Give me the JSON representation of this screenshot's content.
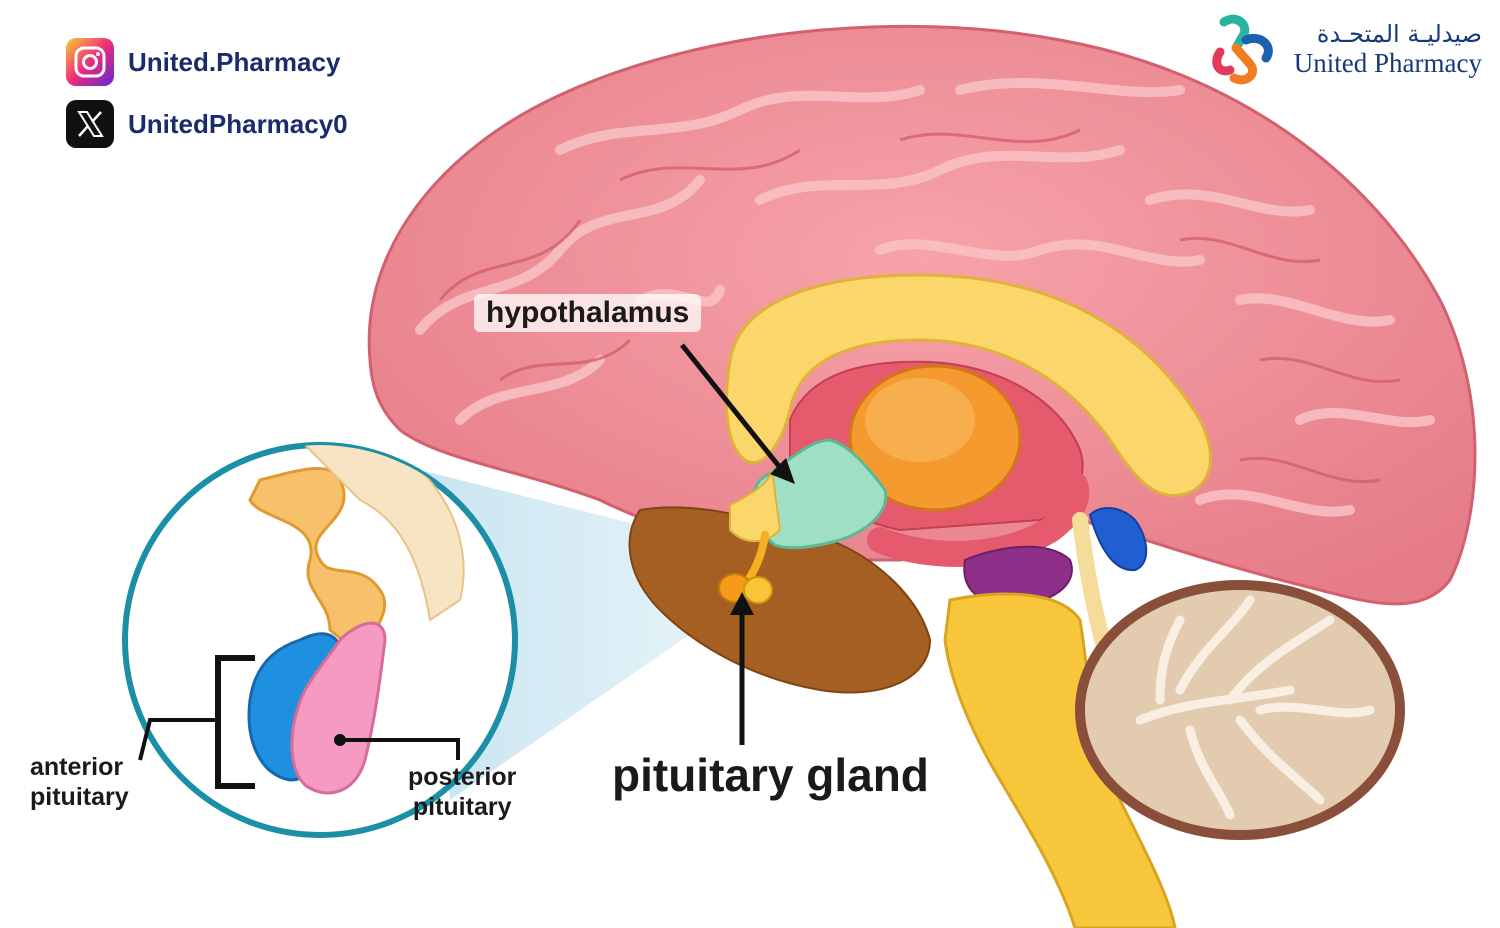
{
  "social": {
    "instagram": {
      "handle": "United.Pharmacy",
      "icon": "instagram-icon"
    },
    "x": {
      "handle": "UnitedPharmacy0",
      "icon": "x-logo-icon"
    }
  },
  "brand": {
    "arabic_name": "صيدليـة المتحـدة",
    "english_name": "United Pharmacy",
    "icon": "united-pharmacy-logo"
  },
  "labels": {
    "hypothalamus": "hypothalamus",
    "pituitary_gland": "pituitary gland",
    "anterior_line1": "anterior",
    "anterior_line2": "pituitary",
    "posterior_line1": "posterior",
    "posterior_line2": "pituitary"
  },
  "colors": {
    "brain_cortex": "#ef8f97",
    "brain_fold": "#f6b3b8",
    "corpus_callosum": "#fbd66a",
    "thalamus": "#f59a2e",
    "hypothalamus": "#9fe0c4",
    "brainstem": "#f7c63a",
    "cerebellum": "#e3cbb0",
    "midbrain": "#8e2f8a",
    "lower_brain": "#a65f22",
    "anterior_pituitary": "#1f8fe0",
    "posterior_pituitary": "#f59ac0",
    "zoom_circle": "#1b8fa6",
    "text_dark": "#1a1a1a",
    "brand_blue": "#17397a"
  }
}
